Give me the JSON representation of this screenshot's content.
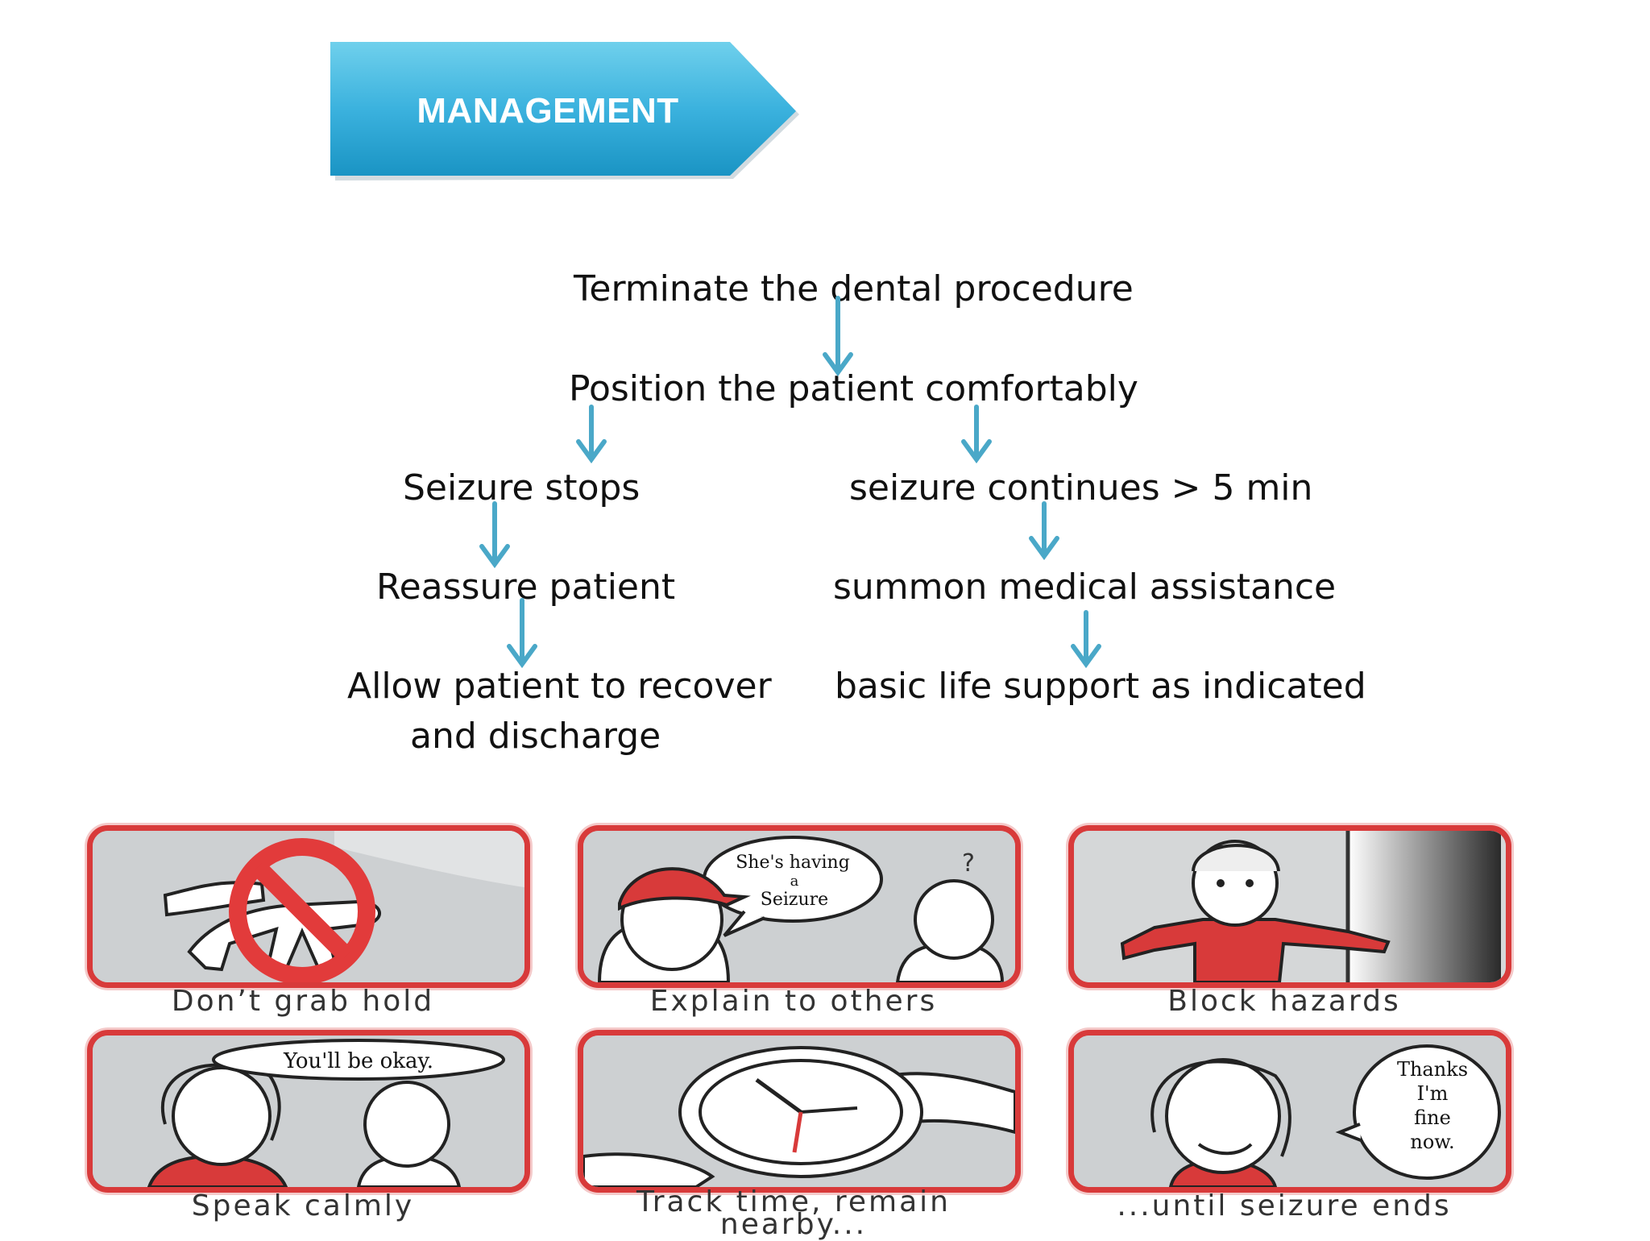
{
  "title": "MANAGEMENT",
  "colors": {
    "banner_top": "#54c1e3",
    "banner_bottom": "#1f9ccb",
    "arrow": "#4aa8c8",
    "panel_border": "#d83a3a"
  },
  "flow": {
    "terminate": "Terminate the dental procedure",
    "position": "Position the patient comfortably",
    "left": {
      "stops": "Seizure stops",
      "reassure": "Reassure patient",
      "recover_line1": "Allow patient to recover",
      "recover_line2": "and discharge"
    },
    "right": {
      "continues": "seizure continues > 5 min",
      "summon": "summon medical assistance",
      "bls": "basic life support as indicated"
    }
  },
  "panels": [
    {
      "caption": "Don’t grab hold",
      "icon": "no-grab-icon"
    },
    {
      "caption": "Explain to others",
      "icon": "explain-icon",
      "bubble": [
        "She's having",
        "a",
        "Seizure"
      ]
    },
    {
      "caption": "Block hazards",
      "icon": "block-hazards-icon"
    },
    {
      "caption": "Speak calmly",
      "icon": "speak-calmly-icon",
      "bubble": [
        "You'll be okay."
      ]
    },
    {
      "caption": "Track time, remain",
      "caption2": "nearby...",
      "icon": "watch-icon"
    },
    {
      "caption": "...until seizure ends",
      "icon": "recovered-icon",
      "bubble": [
        "Thanks",
        "I'm",
        "fine",
        "now."
      ]
    }
  ]
}
